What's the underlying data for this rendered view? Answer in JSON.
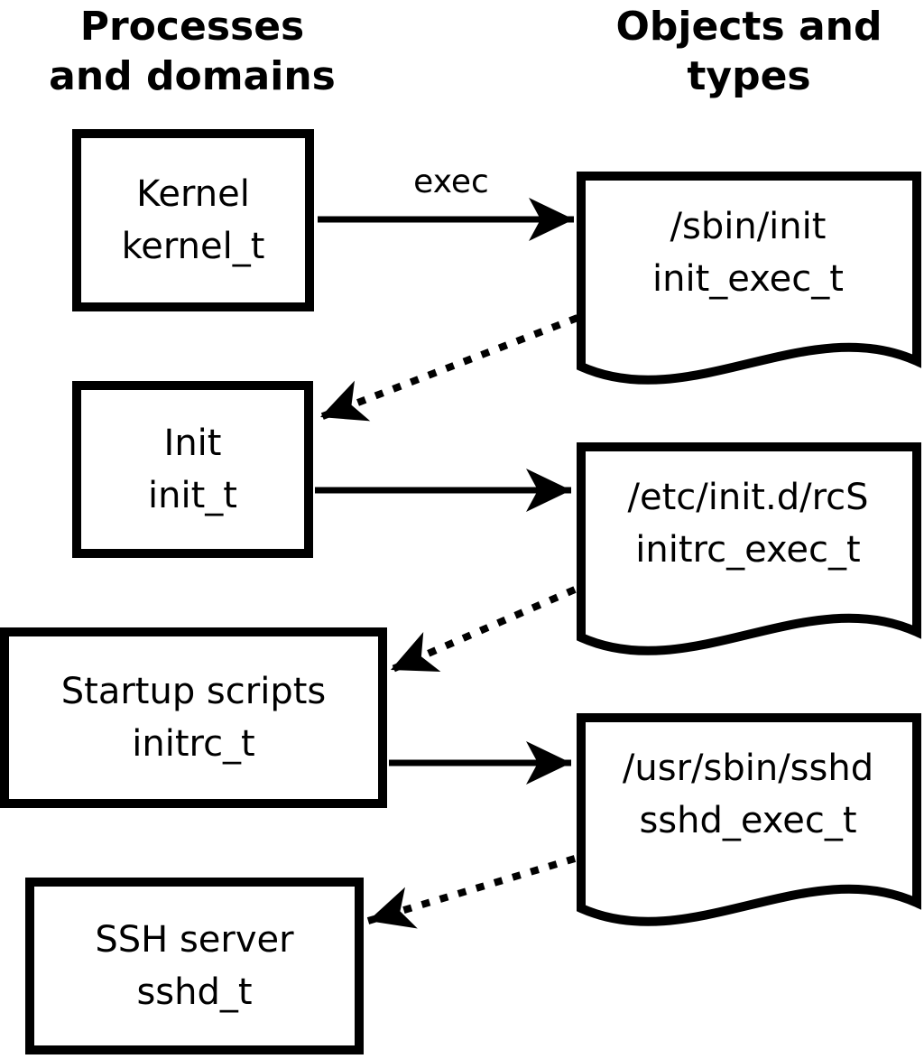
{
  "columns": {
    "left_header": {
      "line1": "Processes",
      "line2": "and domains"
    },
    "right_header": {
      "line1": "Objects and",
      "line2": "types"
    }
  },
  "processes": [
    {
      "name": "Kernel",
      "type": "kernel_t"
    },
    {
      "name": "Init",
      "type": "init_t"
    },
    {
      "name": "Startup scripts",
      "type": "initrc_t"
    },
    {
      "name": "SSH server",
      "type": "sshd_t"
    }
  ],
  "objects": [
    {
      "path": "/sbin/init",
      "type": "init_exec_t"
    },
    {
      "path": "/etc/init.d/rcS",
      "type": "initrc_exec_t"
    },
    {
      "path": "/usr/sbin/sshd",
      "type": "sshd_exec_t"
    }
  ],
  "arrows": {
    "exec_label": "exec"
  },
  "colors": {
    "foreground": "#000000",
    "background": "#ffffff"
  }
}
